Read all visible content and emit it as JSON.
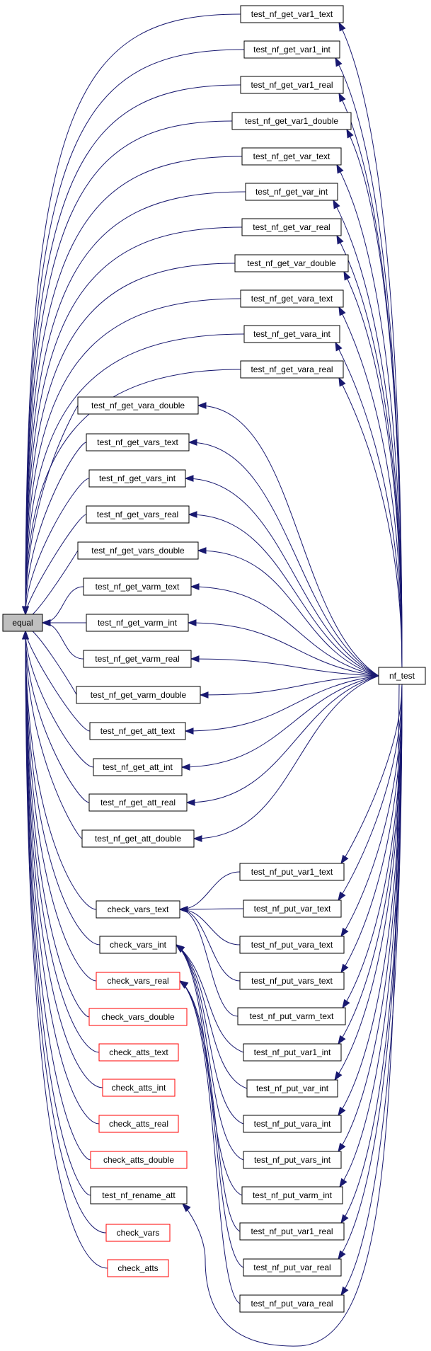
{
  "colors": {
    "edge": "#191970",
    "highlight_fill": "#bfbfbf",
    "normal_border": "#000000",
    "red_border": "#ff0000",
    "background": "#ffffff"
  },
  "nodes": {
    "equal": "equal",
    "nf_test": "nf_test",
    "test_nf_get_var1_text": "test_nf_get_var1_text",
    "test_nf_get_var1_int": "test_nf_get_var1_int",
    "test_nf_get_var1_real": "test_nf_get_var1_real",
    "test_nf_get_var1_double": "test_nf_get_var1_double",
    "test_nf_get_var_text": "test_nf_get_var_text",
    "test_nf_get_var_int": "test_nf_get_var_int",
    "test_nf_get_var_real": "test_nf_get_var_real",
    "test_nf_get_var_double": "test_nf_get_var_double",
    "test_nf_get_vara_text": "test_nf_get_vara_text",
    "test_nf_get_vara_int": "test_nf_get_vara_int",
    "test_nf_get_vara_real": "test_nf_get_vara_real",
    "test_nf_get_vara_double": "test_nf_get_vara_double",
    "test_nf_get_vars_text": "test_nf_get_vars_text",
    "test_nf_get_vars_int": "test_nf_get_vars_int",
    "test_nf_get_vars_real": "test_nf_get_vars_real",
    "test_nf_get_vars_double": "test_nf_get_vars_double",
    "test_nf_get_varm_text": "test_nf_get_varm_text",
    "test_nf_get_varm_int": "test_nf_get_varm_int",
    "test_nf_get_varm_real": "test_nf_get_varm_real",
    "test_nf_get_varm_double": "test_nf_get_varm_double",
    "test_nf_get_att_text": "test_nf_get_att_text",
    "test_nf_get_att_int": "test_nf_get_att_int",
    "test_nf_get_att_real": "test_nf_get_att_real",
    "test_nf_get_att_double": "test_nf_get_att_double",
    "check_vars_text": "check_vars_text",
    "check_vars_int": "check_vars_int",
    "check_vars_real": "check_vars_real",
    "check_vars_double": "check_vars_double",
    "check_atts_text": "check_atts_text",
    "check_atts_int": "check_atts_int",
    "check_atts_real": "check_atts_real",
    "check_atts_double": "check_atts_double",
    "test_nf_rename_att": "test_nf_rename_att",
    "check_vars": "check_vars",
    "check_atts": "check_atts",
    "test_nf_put_var1_text": "test_nf_put_var1_text",
    "test_nf_put_var_text": "test_nf_put_var_text",
    "test_nf_put_vara_text": "test_nf_put_vara_text",
    "test_nf_put_vars_text": "test_nf_put_vars_text",
    "test_nf_put_varm_text": "test_nf_put_varm_text",
    "test_nf_put_var1_int": "test_nf_put_var1_int",
    "test_nf_put_var_int": "test_nf_put_var_int",
    "test_nf_put_vara_int": "test_nf_put_vara_int",
    "test_nf_put_vars_int": "test_nf_put_vars_int",
    "test_nf_put_varm_int": "test_nf_put_varm_int",
    "test_nf_put_var1_real": "test_nf_put_var1_real",
    "test_nf_put_var_real": "test_nf_put_var_real",
    "test_nf_put_vara_real": "test_nf_put_vara_real"
  }
}
